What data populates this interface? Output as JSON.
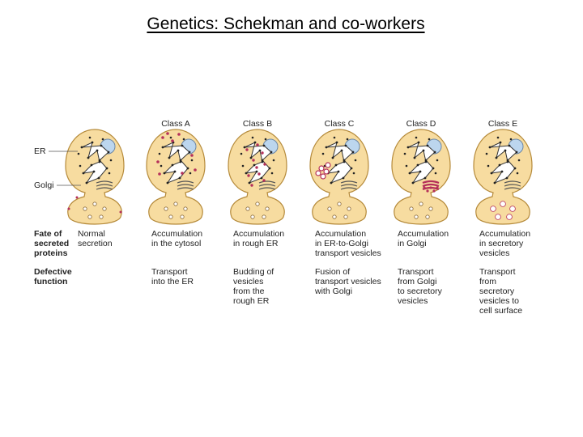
{
  "title": "Genetics: Schekman and co-workers",
  "columns": [
    {
      "header": "",
      "fate": [
        "Normal",
        "secretion"
      ],
      "defect": []
    },
    {
      "header": "Class A",
      "fate": [
        "Accumulation",
        "in the cytosol"
      ],
      "defect": [
        "Transport",
        "into the ER"
      ]
    },
    {
      "header": "Class B",
      "fate": [
        "Accumulation",
        "in rough ER"
      ],
      "defect": [
        "Budding of",
        "vesicles",
        "from the",
        "rough ER"
      ]
    },
    {
      "header": "Class C",
      "fate": [
        "Accumulation",
        "in ER-to-Golgi",
        "transport vesicles"
      ],
      "defect": [
        "Fusion of",
        "transport vesicles",
        "with Golgi"
      ]
    },
    {
      "header": "Class D",
      "fate": [
        "Accumulation",
        "in Golgi"
      ],
      "defect": [
        "Transport",
        "from Golgi",
        "to secretory",
        "vesicles"
      ]
    },
    {
      "header": "Class E",
      "fate": [
        "Accumulation",
        "in secretory",
        "vesicles"
      ],
      "defect": [
        "Transport",
        "from",
        "secretory",
        "vesicles to",
        "cell surface"
      ]
    }
  ],
  "labels": {
    "er": "ER",
    "golgi": "Golgi",
    "fate": [
      "Fate of",
      "secreted",
      "proteins"
    ],
    "defective": [
      "Defective",
      "function"
    ]
  },
  "colors": {
    "cell_fill": "#f7dca0",
    "cell_stroke": "#b58a3a",
    "nucleus": "#bcd6ee",
    "er_dot": "#222222",
    "cargo": "#b5305a"
  }
}
